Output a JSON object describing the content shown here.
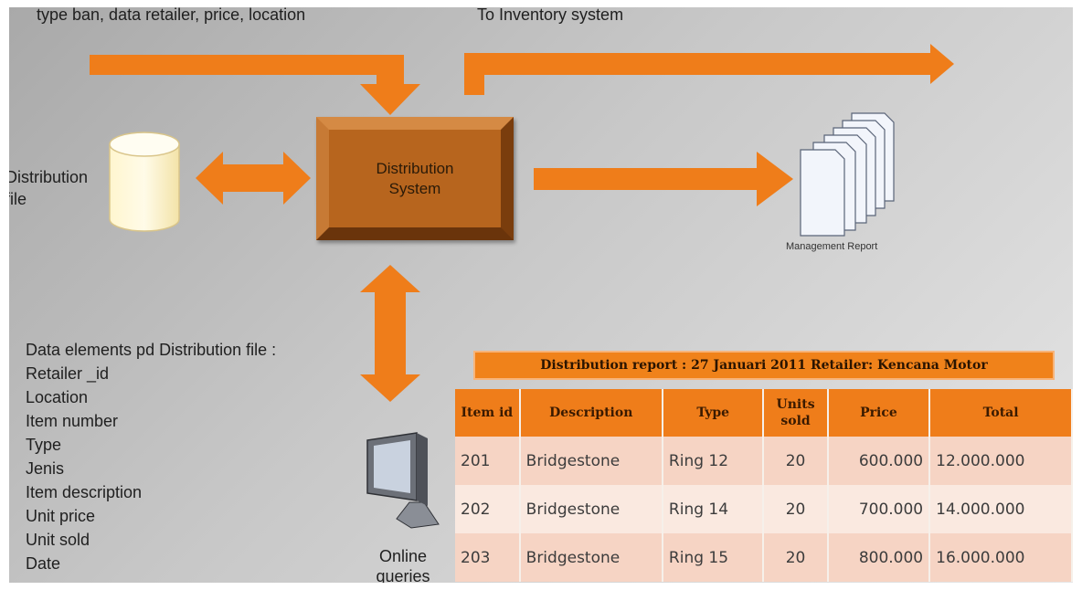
{
  "inputs_label": "type ban, data retailer, price, location",
  "inventory_label": "To Inventory system",
  "distribution_file_label": "Distribution file",
  "system_label": "Distribution System",
  "management_report_label": "Management Report",
  "online_queries_label": "Online queries",
  "data_elements": {
    "title": "Data elements pd Distribution file :",
    "items": [
      "Retailer _id",
      "Location",
      "Item number",
      "Type",
      "Jenis",
      "Item description",
      "Unit price",
      "Unit sold",
      "Date"
    ]
  },
  "report": {
    "title": "Distribution report  : 27 Januari 2011   Retailer:  Kencana Motor",
    "headers": [
      "Item id",
      "Description",
      "Type",
      "Units sold",
      "Price",
      "Total"
    ],
    "rows": [
      [
        "201",
        "Bridgestone",
        "Ring 12",
        "20",
        "600.000",
        "12.000.000"
      ],
      [
        "202",
        "Bridgestone",
        "Ring 14",
        "20",
        "700.000",
        "14.000.000"
      ],
      [
        "203",
        "Bridgestone",
        "Ring 15",
        "20",
        "800.000",
        "16.000.000"
      ]
    ]
  },
  "colors": {
    "arrow": "#ef7d1a",
    "box": "#b7651e",
    "header": "#ef7d1a"
  }
}
